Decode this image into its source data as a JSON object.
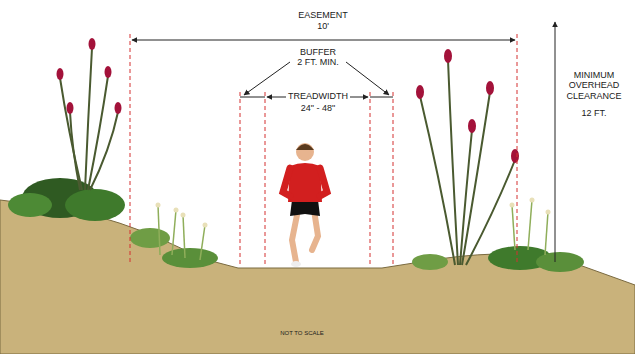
{
  "diagram": {
    "labels": [
      "EASEMENT",
      "10'",
      "BUFFER",
      "2 FT. MIN.",
      "TREADWIDTH",
      "24\" - 48\"",
      "MINIMUM OVERHEAD CLEARANCE",
      "12 FT.",
      "NOT TO SCALE"
    ]
  }
}
